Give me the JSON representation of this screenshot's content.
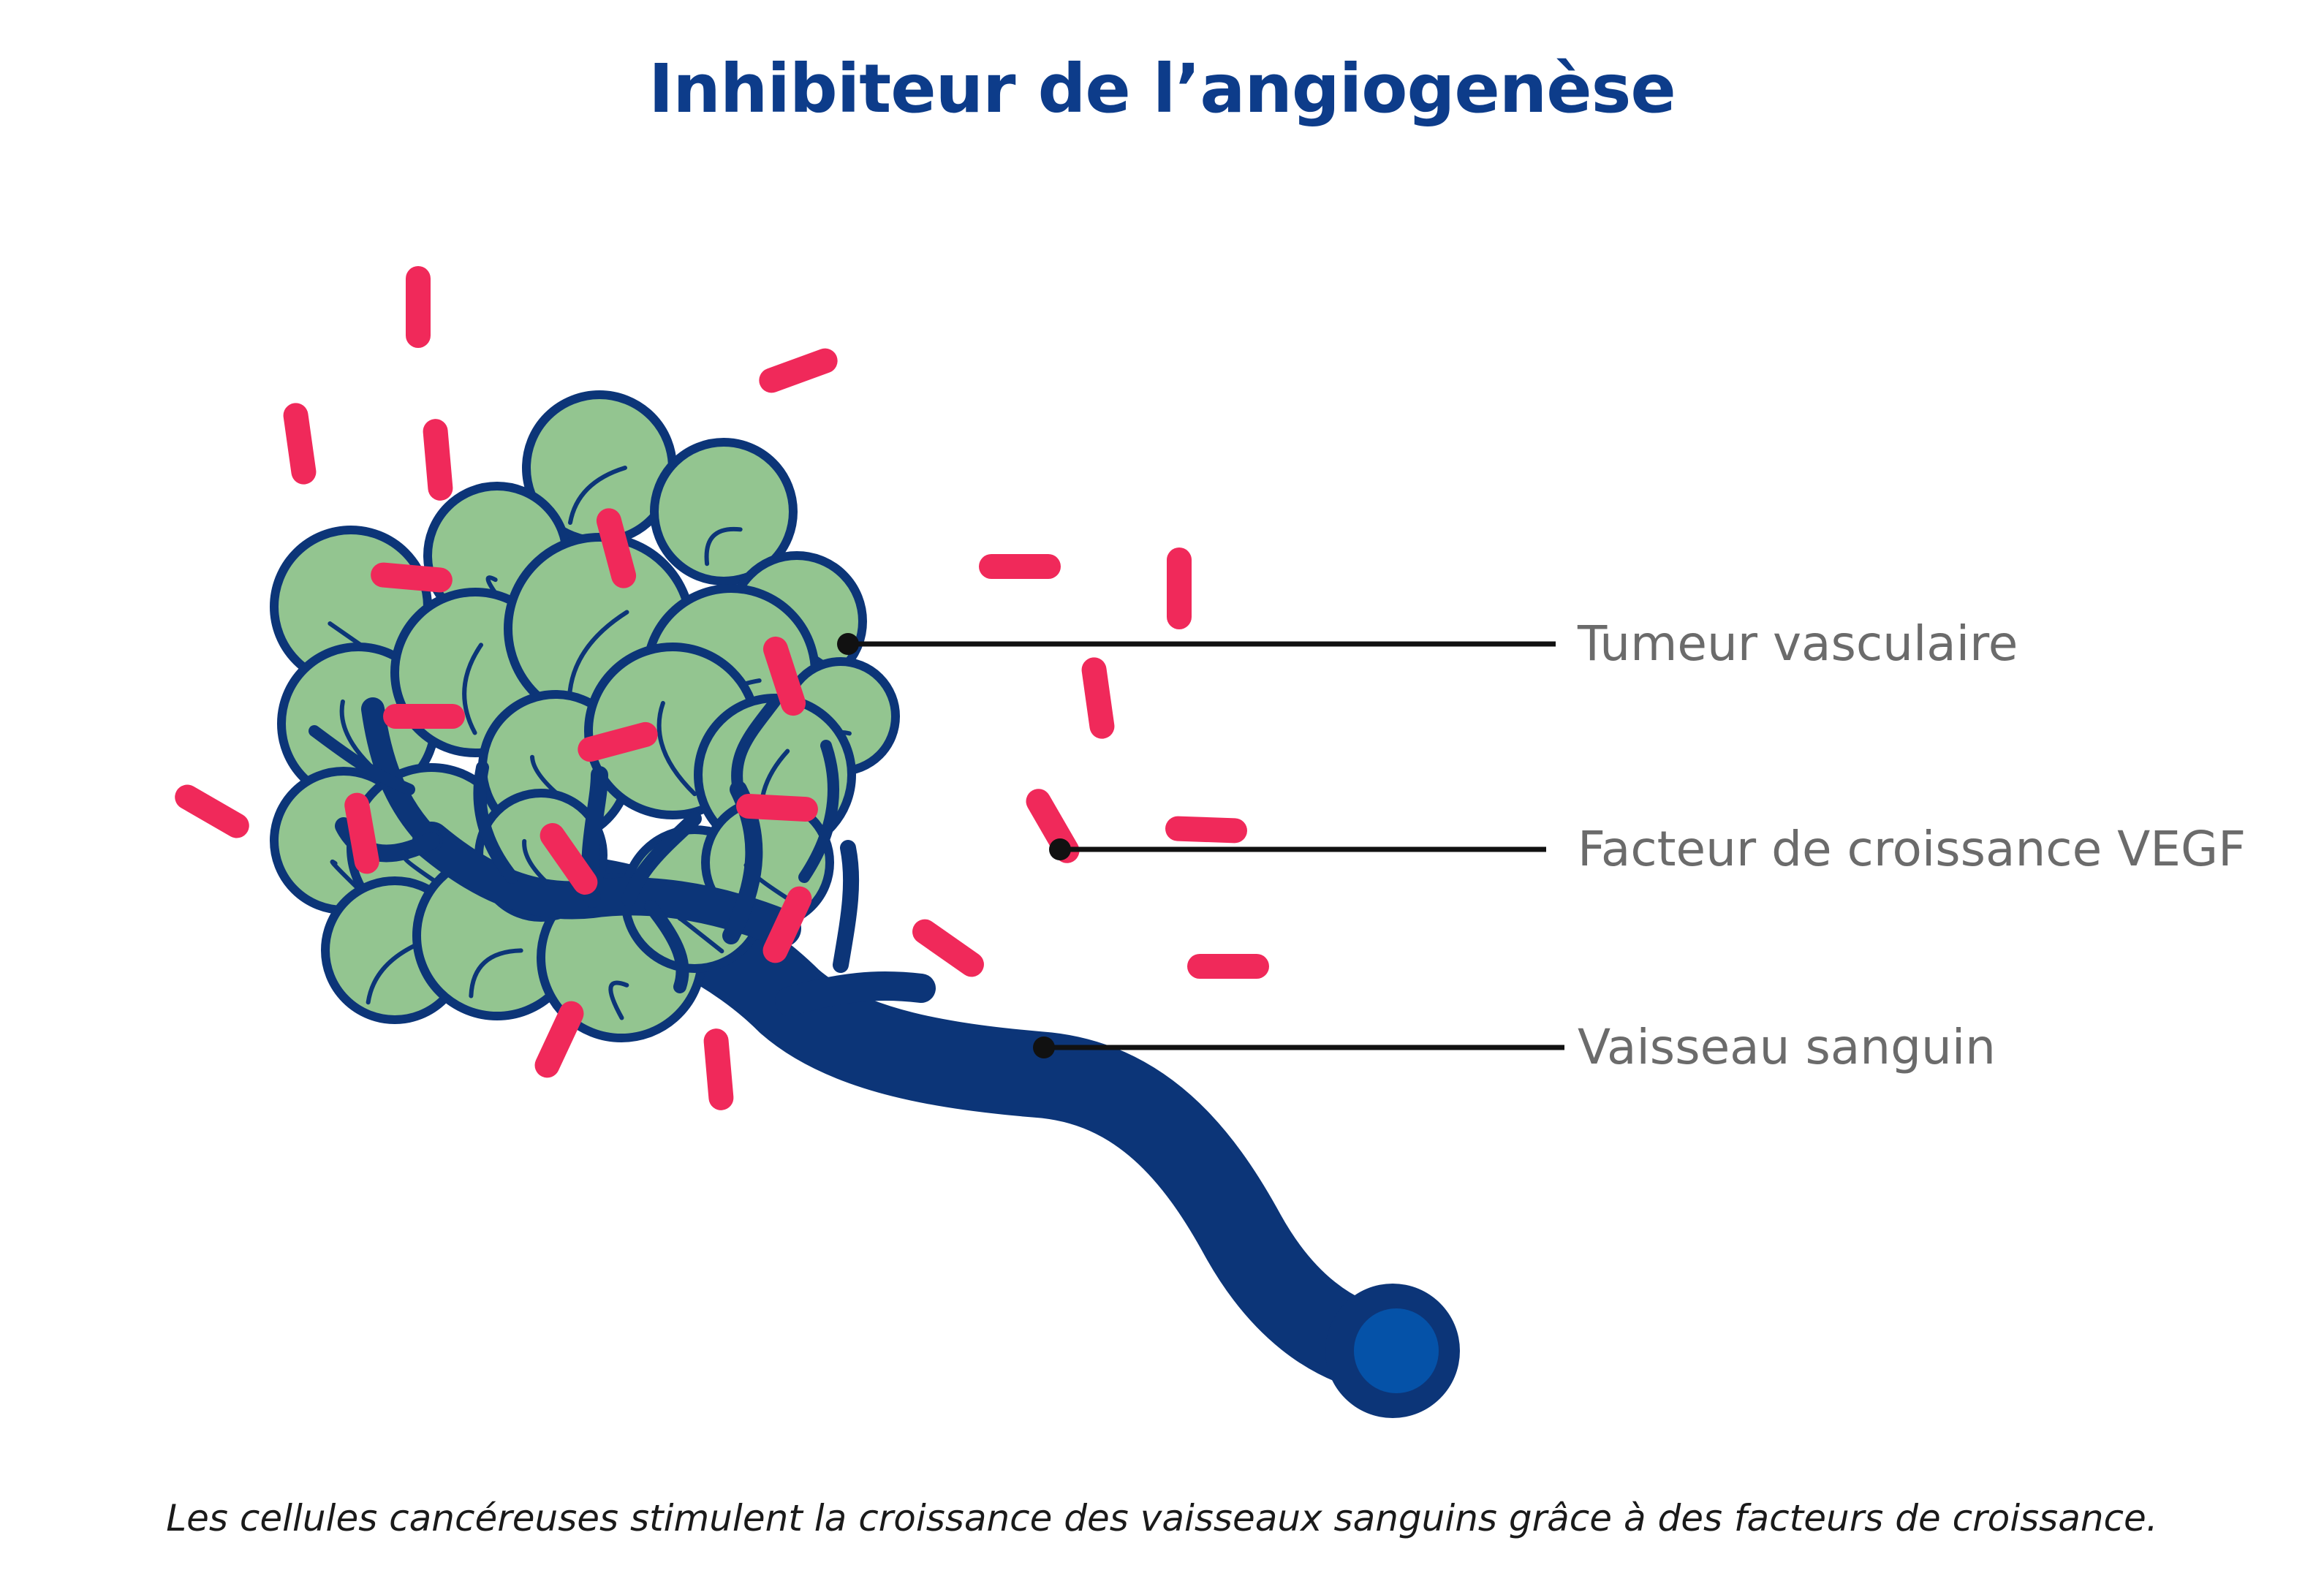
{
  "title": "Inhibiteur de l’angiogenèse",
  "labels": {
    "tumor": "Tumeur vasculaire",
    "vegf": "Facteur de croissance VEGF",
    "vessel": "Vaisseau sanguin"
  },
  "caption": "Les cellules cancéreuses stimulent la croissance des vaisseaux sanguins grâce à des facteurs de croissance.",
  "colors": {
    "title": "#0d3c8a",
    "navy": "#0c3578",
    "cell_fill": "#93c590",
    "vegf": "#f0295a",
    "lumen": "#0552a8",
    "label_text": "#6b6b6b",
    "leader": "#111111",
    "caption_text": "#1a1a1a"
  }
}
